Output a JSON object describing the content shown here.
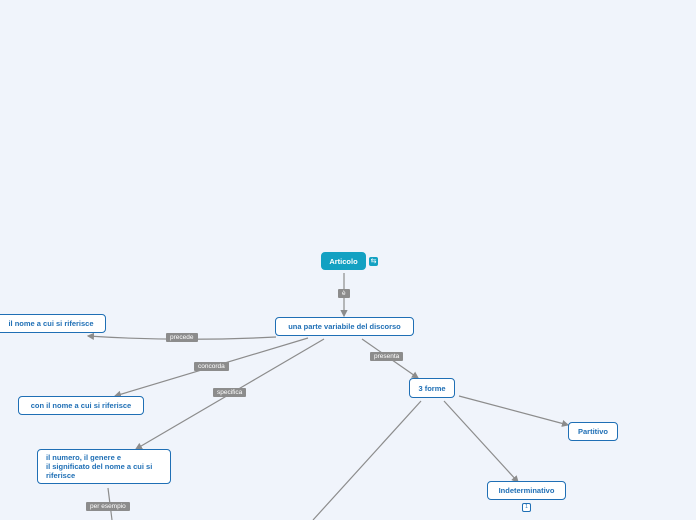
{
  "icons": {
    "root_badge": "link-icon",
    "collapse": "collapse-badge-icon"
  },
  "colors": {
    "root": "#13a1c2",
    "node_border": "#1f6fb5",
    "edge": "#8c8c8c",
    "background": "#f0f4fb"
  },
  "nodes": {
    "articolo": "Articolo",
    "parte_variabile": "una parte variabile del discorso",
    "nome_riferisce": "il nome a cui si riferisce",
    "con_nome": "con il nome a cui si riferisce",
    "numero_genere": "il numero, il genere e\nil significato del nome a cui si\nriferisce",
    "tre_forme": "3 forme",
    "partitivo": "Partitivo",
    "indeterminativo": "Indeterminativo"
  },
  "edge_labels": {
    "e": "è",
    "precede": "precede",
    "concorda": "concorda",
    "specifica": "specifica",
    "presenta": "presenta",
    "per_esempio": "per esempio"
  },
  "collapse_count": "1"
}
